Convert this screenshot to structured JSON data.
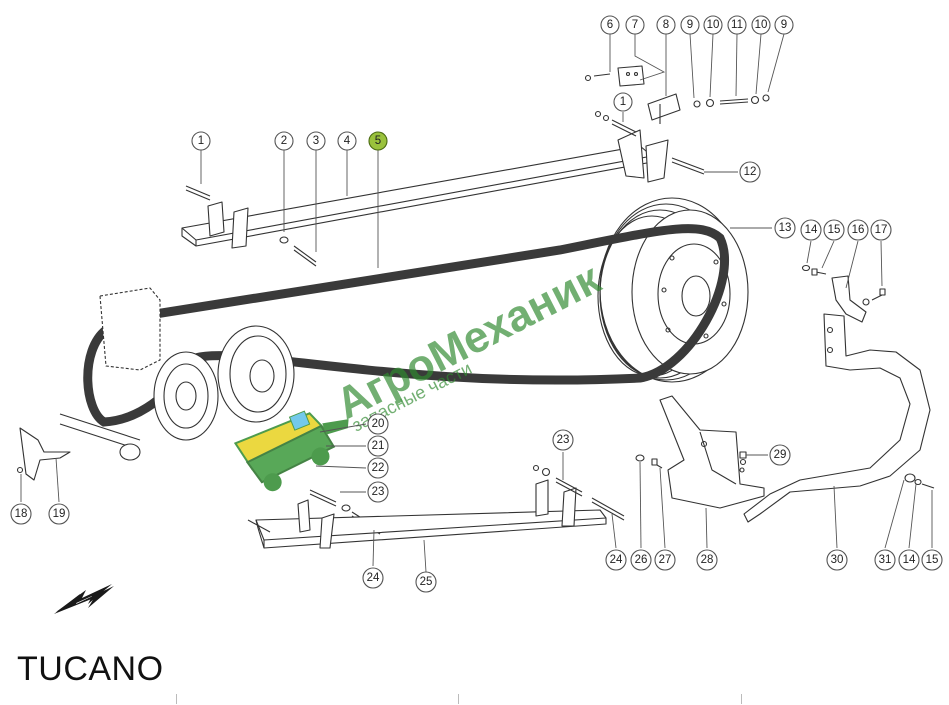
{
  "model_label": "TUCANO",
  "highlight_callout": "5",
  "callouts": [
    "1",
    "2",
    "3",
    "4",
    "5",
    "6",
    "7",
    "8",
    "9",
    "10",
    "11",
    "10",
    "9",
    "1",
    "12",
    "13",
    "14",
    "15",
    "16",
    "17",
    "18",
    "19",
    "20",
    "21",
    "22",
    "23",
    "23",
    "24",
    "24",
    "25",
    "26",
    "27",
    "28",
    "29",
    "30",
    "31",
    "14",
    "15"
  ],
  "watermark": {
    "brand": "АгроМеханик",
    "subtitle": "запасные части"
  },
  "colors": {
    "highlight_fill": "#9ac23c",
    "watermark_green": "#2f8a2f",
    "watermark_yellow": "#e8d21f"
  }
}
